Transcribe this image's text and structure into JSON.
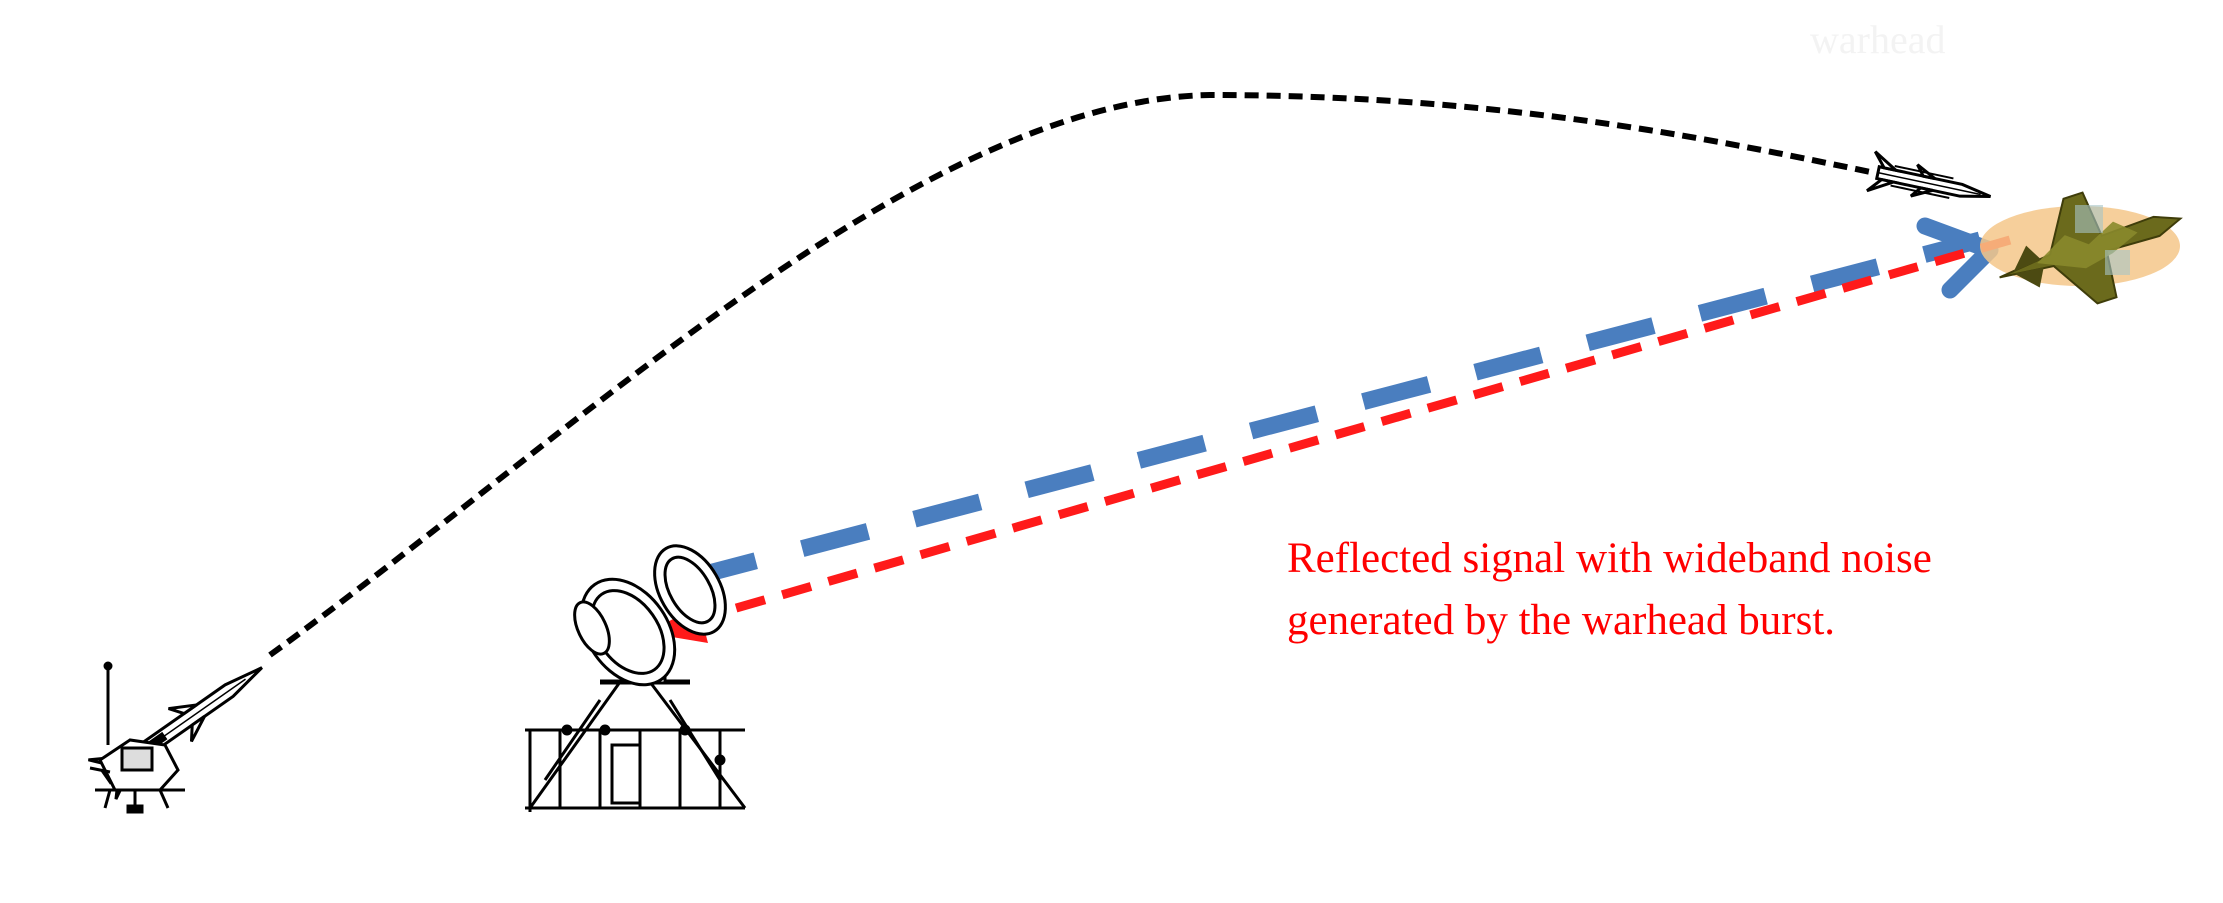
{
  "annotation": {
    "line1": "Reflected signal with wideband noise",
    "line2": "generated by the warhead burst."
  },
  "faint_label": "warhead",
  "colors": {
    "trajectory": "#000000",
    "transmitted_signal": "#4a7ebf",
    "reflected_signal": "#ff1a1a",
    "caption_text": "#ff0000",
    "burst_glow": "#f4c78a",
    "aircraft": "#6b6a1c"
  },
  "icons": [
    "missile-launcher-icon",
    "radar-station-icon",
    "missile-icon",
    "aircraft-target-icon",
    "warhead-burst-icon"
  ]
}
